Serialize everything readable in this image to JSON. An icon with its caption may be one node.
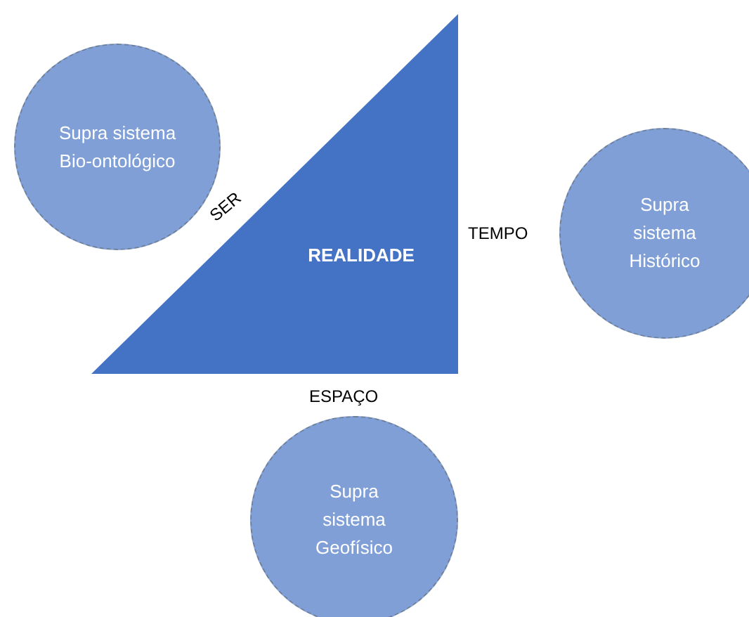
{
  "diagram": {
    "nodes": [
      {
        "text": [
          "Supra sistema Bio-ontológico"
        ]
      },
      {
        "text": [
          "REALIDADE"
        ]
      },
      {
        "text": [
          "Supra sistema Histórico"
        ]
      },
      {
        "text": [
          "Supra sistema Geofísico"
        ]
      }
    ],
    "labels": [
      "SER",
      "TEMPO",
      "ESPAÇO"
    ]
  }
}
